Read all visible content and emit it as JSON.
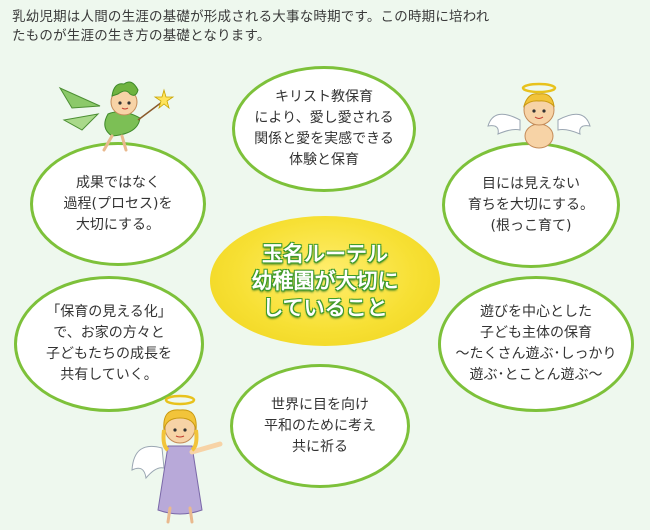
{
  "intro": {
    "line1": "乳幼児期は人間の生涯の基礎が形成される大事な時期です。この時期に培われ",
    "line2": "たものが生涯の生き方の基礎となります。"
  },
  "center": {
    "line1": "玉名ルーテル",
    "line2": "幼稚園が大切に",
    "line3": "していること"
  },
  "bubbles": {
    "top": [
      "キリスト教保育",
      "により、愛し愛される",
      "関係と愛を実感できる",
      "体験と保育"
    ],
    "upper_left": [
      "成果ではなく",
      "過程(プロセス)を",
      "大切にする。"
    ],
    "upper_right": [
      "目には見えない",
      "育ちを大切にする。",
      "(根っこ育て)"
    ],
    "lower_left": [
      "「保育の見える化」",
      "で、お家の方々と",
      "子どもたちの成長を",
      "共有していく。"
    ],
    "lower_right": [
      "遊びを中心とした",
      "子ども主体の保育",
      "〜たくさん遊ぶ･しっかり",
      "遊ぶ･とことん遊ぶ〜"
    ],
    "bottom": [
      "世界に目を向け",
      "平和のために考え",
      "共に祈る"
    ]
  },
  "colors": {
    "background": "#eef8ee",
    "bubble_border": "#7dc13a",
    "center_fill": "#f7e034",
    "center_text_outline": "#3d9a2a"
  },
  "icons": [
    "fairy-with-wand-icon",
    "cherub-angel-icon",
    "angel-girl-icon"
  ]
}
